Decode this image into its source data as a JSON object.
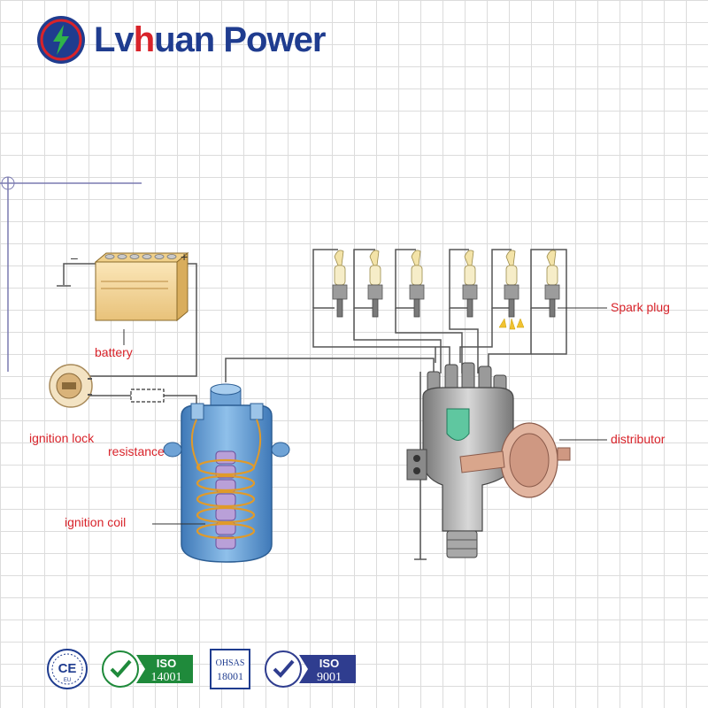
{
  "brand": {
    "name_dark_1": "Lv",
    "name_red": "h",
    "name_dark_2": "uan Power"
  },
  "labels": {
    "battery": "battery",
    "ignition_lock": "ignition lock",
    "resistance": "resistance",
    "ignition_coil": "ignition coil",
    "spark_plug": "Spark plug",
    "distributor": "distributor"
  },
  "battery_terminals": {
    "negative": "–",
    "positive": "+"
  },
  "certifications": {
    "ce_main": "CE",
    "ce_sub": "EU",
    "iso14001_top": "ISO",
    "iso14001_bottom": "14001",
    "ohsas_top": "OHSAS",
    "ohsas_bottom": "18001",
    "iso9001_top": "ISO",
    "iso9001_bottom": "9001"
  },
  "colors": {
    "brand_blue": "#1f3c8f",
    "brand_red": "#d8232a",
    "label_red": "#d8232a",
    "iso14001_green": "#1f8a3b",
    "iso9001_blue": "#2f3d8f"
  }
}
